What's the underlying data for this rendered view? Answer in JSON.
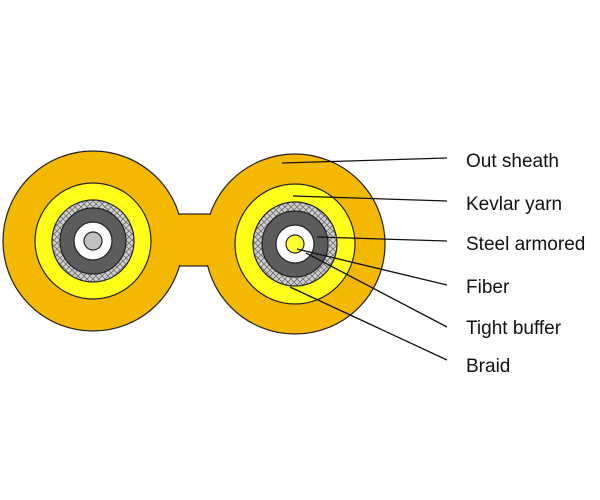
{
  "diagram": {
    "labels": {
      "out_sheath": "Out sheath",
      "kevlar_yarn": "Kevlar yarn",
      "steel_armored": "Steel armored",
      "fiber": "Fiber",
      "tight_buffer": "Tight buffer",
      "braid": "Braid"
    },
    "colors": {
      "sheath": "#f5b800",
      "kevlar": "#ffff1a",
      "braid": "#c8c8c8",
      "steel": "#5c5c5c",
      "tight_buffer": "#ffffff",
      "fiber_core": "#c0c0c0",
      "fiber_core_right": "#ffff33",
      "outline": "#222222"
    }
  }
}
